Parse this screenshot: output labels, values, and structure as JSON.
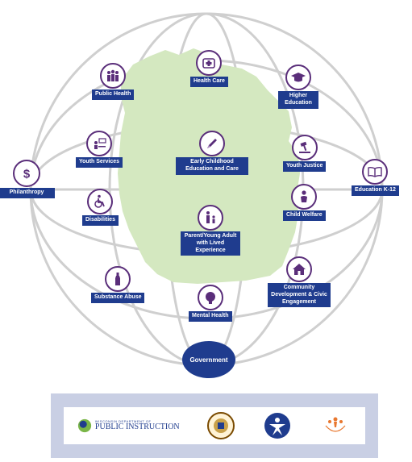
{
  "colors": {
    "globe": "#cfcfcf",
    "map": "#d4e8c0",
    "accent": "#5a2e7a",
    "label_bg": "#1f3c8e"
  },
  "nodes": [
    {
      "key": "health_care",
      "label": "Health Care",
      "icon": "medical-cross-icon"
    },
    {
      "key": "public_health",
      "label": "Public Health",
      "icon": "people-group-icon"
    },
    {
      "key": "higher_education",
      "label": "Higher Education",
      "icon": "graduation-cap-icon"
    },
    {
      "key": "youth_services",
      "label": "Youth Services",
      "icon": "meeting-icon"
    },
    {
      "key": "early_childhood",
      "label": "Early Childhood Education and Care",
      "icon": "crayon-icon"
    },
    {
      "key": "youth_justice",
      "label": "Youth Justice",
      "icon": "gavel-icon"
    },
    {
      "key": "philanthropy",
      "label": "Philanthropy",
      "icon": "dollar-icon"
    },
    {
      "key": "education_k12",
      "label": "Education K-12",
      "icon": "book-icon"
    },
    {
      "key": "disabilities",
      "label": "Disabilities",
      "icon": "wheelchair-icon"
    },
    {
      "key": "parent_young_adult",
      "label": "Parent/Young Adult with Lived Experience",
      "icon": "parent-child-icon"
    },
    {
      "key": "child_welfare",
      "label": "Child Welfare",
      "icon": "child-icon"
    },
    {
      "key": "community_development",
      "label": "Community Development & Civic Engagement",
      "icon": "house-icon"
    },
    {
      "key": "substance_abuse",
      "label": "Substance Abuse",
      "icon": "bottle-icon"
    },
    {
      "key": "mental_health",
      "label": "Mental Health",
      "icon": "head-icon"
    }
  ],
  "center": {
    "label": "Government"
  },
  "partners": {
    "dpi_small": "WISCONSIN DEPARTMENT OF",
    "dpi_big": "PUBLIC INSTRUCTION"
  }
}
